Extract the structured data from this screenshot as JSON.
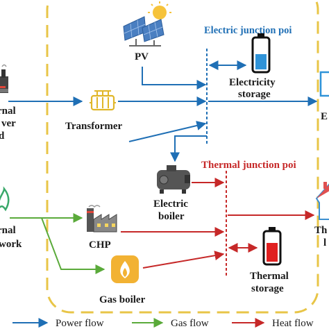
{
  "nodes": {
    "pv": "PV",
    "transformer": "Transformer",
    "electricity_storage_line1": "Electricity",
    "electricity_storage_line2": "storage",
    "electric_boiler_line1": "Electric",
    "electric_boiler_line2": "boiler",
    "chp": "CHP",
    "gas_boiler": "Gas boiler",
    "thermal_storage_line1": "Thermal",
    "thermal_storage_line2": "storage",
    "external_power_line1": "rnal",
    "external_power_line2": "ver",
    "external_power_line3": "d",
    "external_gas_line1": "rnal",
    "external_gas_line2": "work",
    "electric_load_partial": "E",
    "thermal_load_line1": "Th",
    "thermal_load_line2": "l"
  },
  "junctions": {
    "electric": "Electric junction poi",
    "thermal": "Thermal junction poi"
  },
  "legend": {
    "power_flow": "Power flow",
    "gas_flow": "Gas flow",
    "heat_flow": "Heat flow"
  },
  "colors": {
    "power": "#1f6fb5",
    "gas": "#5aaa3a",
    "heat": "#c62828",
    "boundary": "#e8c547"
  }
}
